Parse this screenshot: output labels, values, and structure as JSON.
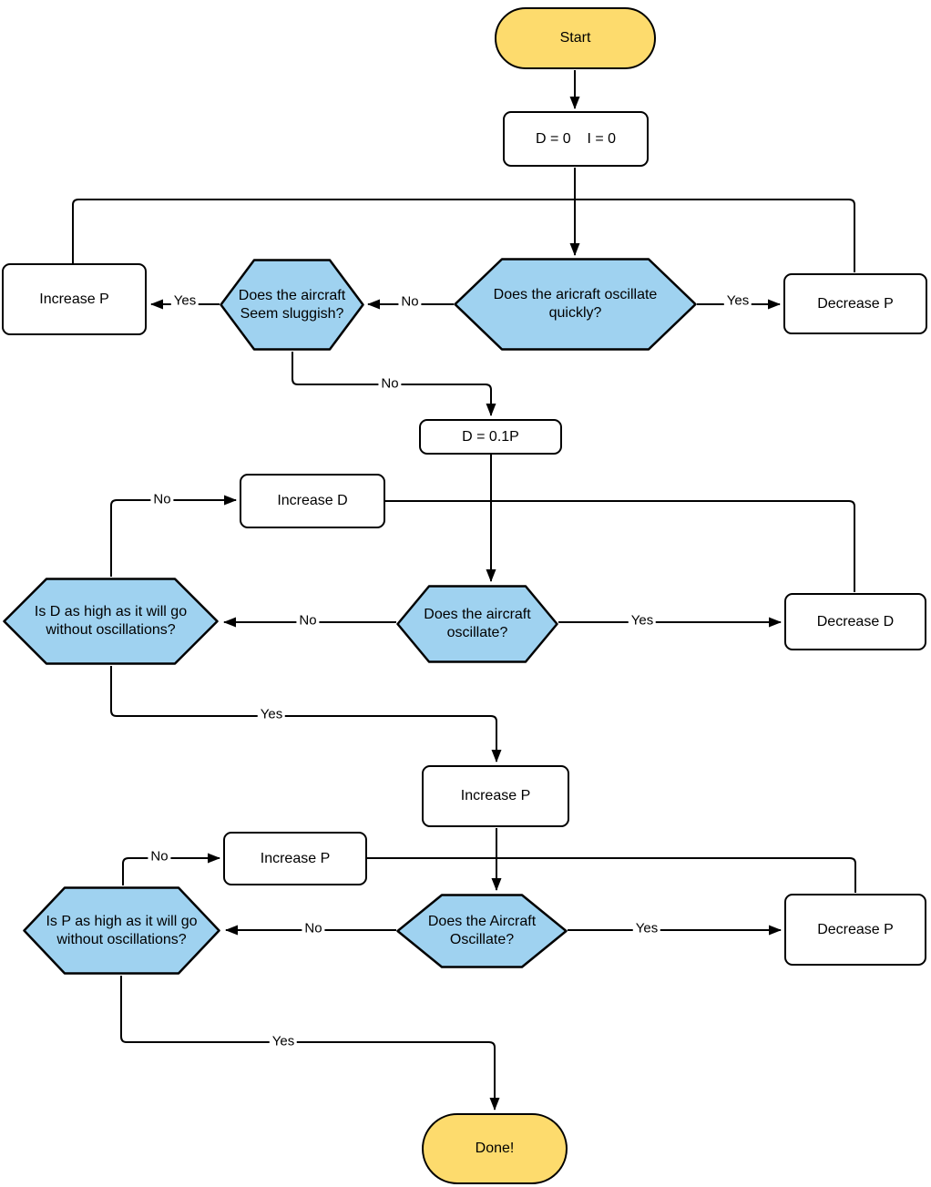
{
  "diagram": {
    "description": "PID tuning flowchart",
    "colors": {
      "terminator_fill": "#FDDB6D",
      "decision_fill": "#9FD2F0",
      "process_fill": "#FFFFFF",
      "line": "#000000"
    },
    "nodes": {
      "start": "Start",
      "init": "D = 0    I = 0",
      "q_oscillate_quickly": "Does the aricraft oscillate quickly?",
      "increase_p_top": "Increase P",
      "q_sluggish": "Does the aircraft Seem sluggish?",
      "decrease_p_top": "Decrease P",
      "set_d": "D = 0.1P",
      "increase_d": "Increase D",
      "q_d_high": "Is D as high as it will go without oscillations?",
      "q_oscillate_mid": "Does the aircraft oscillate?",
      "decrease_d": "Decrease D",
      "increase_p_mid": "Increase P",
      "increase_p_bottom": "Increase P",
      "q_p_high": "Is P as high as it will go without oscillations?",
      "q_oscillate_bottom": "Does the Aircraft Oscillate?",
      "decrease_p_bottom": "Decrease P",
      "done": "Done!"
    },
    "edge_labels": {
      "yes": "Yes",
      "no": "No"
    }
  }
}
